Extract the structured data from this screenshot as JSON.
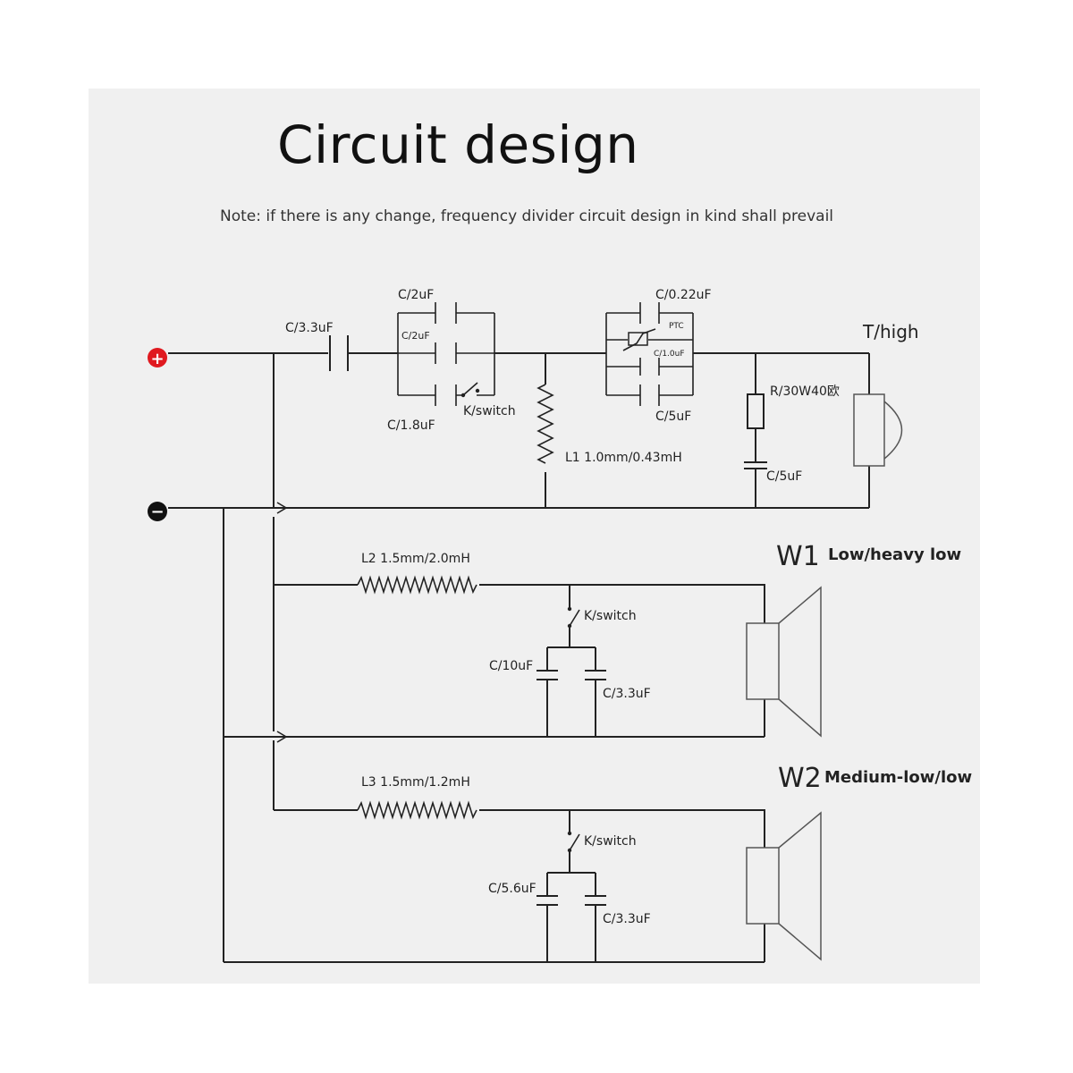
{
  "title": "Circuit design",
  "note": "Note: if there is any change, frequency divider circuit design in kind shall prevail",
  "labels": {
    "c33_in": "C/3.3uF",
    "c2_top": "C/2uF",
    "c2_inner": "C/2uF",
    "c18": "C/1.8uF",
    "k_top": "K/switch",
    "l1": "L1  1.0mm/0.43mH",
    "c022": "C/0.22uF",
    "ptc": "PTC",
    "c10_small": "C/1.0uF",
    "c5_top": "C/5uF",
    "r30": "R/30W40欧",
    "c5_r": "C/5uF",
    "t_high": "T/high",
    "w1": "W1",
    "w1_desc": "Low/heavy low",
    "l2": "L2  1.5mm/2.0mH",
    "k_w1": "K/switch",
    "c10": "C/10uF",
    "c33_w1": "C/3.3uF",
    "w2": "W2",
    "w2_desc": "Medium-low/low",
    "l3": "L3  1.5mm/1.2mH",
    "k_w2": "K/switch",
    "c56": "C/5.6uF",
    "c33_w2": "C/3.3uF"
  },
  "terminals": {
    "positive": "+",
    "negative": "−"
  },
  "colors": {
    "positive": "#e0191f",
    "negative": "#111111",
    "wire": "#222222",
    "panel": "#f0f0f0"
  }
}
